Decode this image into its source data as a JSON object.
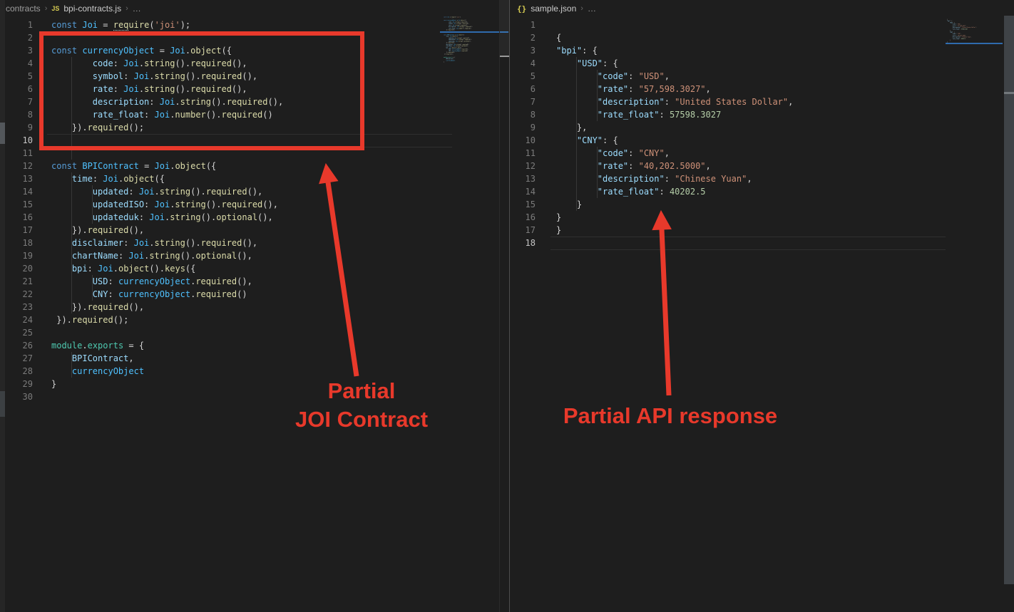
{
  "colors": {
    "keyword": "#569CD6",
    "const_variable": "#4FC1FF",
    "property": "#9CDCFE",
    "function": "#DCDCAA",
    "string": "#CE9178",
    "number": "#B5CEA8",
    "punctuation": "#D4D4D4",
    "module": "#4EC9B0",
    "annotation_red": "#E8392B",
    "minimap_current_line_blue": "#3379C7",
    "breadcrumb_icon_yellow": "#D7CC52"
  },
  "left_pane": {
    "breadcrumb": {
      "folder": "contracts",
      "separator": "›",
      "icon": "JS",
      "file": "bpi-contracts.js",
      "ellipsis": "…"
    },
    "current_line": 10,
    "lines": [
      {
        "tokens": [
          [
            "kw",
            "const "
          ],
          [
            "var",
            "Joi"
          ],
          [
            "pun",
            " = "
          ],
          [
            "fnh",
            "req"
          ],
          [
            "fn",
            "uire"
          ],
          [
            "pun",
            "("
          ],
          [
            "str",
            "'joi'"
          ],
          [
            "pun",
            ");"
          ]
        ]
      },
      {
        "tokens": []
      },
      {
        "tokens": [
          [
            "kw",
            "const "
          ],
          [
            "var",
            "currencyObject"
          ],
          [
            "pun",
            " = "
          ],
          [
            "var",
            "Joi"
          ],
          [
            "pun",
            "."
          ],
          [
            "fn",
            "object"
          ],
          [
            "pun",
            "({"
          ]
        ]
      },
      {
        "tokens": [
          [
            "pun",
            "        "
          ],
          [
            "prop",
            "code"
          ],
          [
            "pun",
            ": "
          ],
          [
            "var",
            "Joi"
          ],
          [
            "pun",
            "."
          ],
          [
            "fn",
            "string"
          ],
          [
            "pun",
            "()."
          ],
          [
            "fn",
            "required"
          ],
          [
            "pun",
            "(),"
          ]
        ]
      },
      {
        "tokens": [
          [
            "pun",
            "        "
          ],
          [
            "prop",
            "symbol"
          ],
          [
            "pun",
            ": "
          ],
          [
            "var",
            "Joi"
          ],
          [
            "pun",
            "."
          ],
          [
            "fn",
            "string"
          ],
          [
            "pun",
            "()."
          ],
          [
            "fn",
            "required"
          ],
          [
            "pun",
            "(),"
          ]
        ]
      },
      {
        "tokens": [
          [
            "pun",
            "        "
          ],
          [
            "prop",
            "rate"
          ],
          [
            "pun",
            ": "
          ],
          [
            "var",
            "Joi"
          ],
          [
            "pun",
            "."
          ],
          [
            "fn",
            "string"
          ],
          [
            "pun",
            "()."
          ],
          [
            "fn",
            "required"
          ],
          [
            "pun",
            "(),"
          ]
        ]
      },
      {
        "tokens": [
          [
            "pun",
            "        "
          ],
          [
            "prop",
            "description"
          ],
          [
            "pun",
            ": "
          ],
          [
            "var",
            "Joi"
          ],
          [
            "pun",
            "."
          ],
          [
            "fn",
            "string"
          ],
          [
            "pun",
            "()."
          ],
          [
            "fn",
            "required"
          ],
          [
            "pun",
            "(),"
          ]
        ]
      },
      {
        "tokens": [
          [
            "pun",
            "        "
          ],
          [
            "prop",
            "rate_float"
          ],
          [
            "pun",
            ": "
          ],
          [
            "var",
            "Joi"
          ],
          [
            "pun",
            "."
          ],
          [
            "fn",
            "number"
          ],
          [
            "pun",
            "()."
          ],
          [
            "fn",
            "required"
          ],
          [
            "pun",
            "()"
          ]
        ]
      },
      {
        "tokens": [
          [
            "pun",
            "    })."
          ],
          [
            "fn",
            "required"
          ],
          [
            "pun",
            "();"
          ]
        ]
      },
      {
        "tokens": []
      },
      {
        "tokens": []
      },
      {
        "tokens": [
          [
            "kw",
            "const "
          ],
          [
            "var",
            "BPIContract"
          ],
          [
            "pun",
            " = "
          ],
          [
            "var",
            "Joi"
          ],
          [
            "pun",
            "."
          ],
          [
            "fn",
            "object"
          ],
          [
            "pun",
            "({"
          ]
        ]
      },
      {
        "tokens": [
          [
            "pun",
            "    "
          ],
          [
            "prop",
            "time"
          ],
          [
            "pun",
            ": "
          ],
          [
            "var",
            "Joi"
          ],
          [
            "pun",
            "."
          ],
          [
            "fn",
            "object"
          ],
          [
            "pun",
            "({"
          ]
        ]
      },
      {
        "tokens": [
          [
            "pun",
            "        "
          ],
          [
            "prop",
            "updated"
          ],
          [
            "pun",
            ": "
          ],
          [
            "var",
            "Joi"
          ],
          [
            "pun",
            "."
          ],
          [
            "fn",
            "string"
          ],
          [
            "pun",
            "()."
          ],
          [
            "fn",
            "required"
          ],
          [
            "pun",
            "(),"
          ]
        ]
      },
      {
        "tokens": [
          [
            "pun",
            "        "
          ],
          [
            "prop",
            "updatedISO"
          ],
          [
            "pun",
            ": "
          ],
          [
            "var",
            "Joi"
          ],
          [
            "pun",
            "."
          ],
          [
            "fn",
            "string"
          ],
          [
            "pun",
            "()."
          ],
          [
            "fn",
            "required"
          ],
          [
            "pun",
            "(),"
          ]
        ]
      },
      {
        "tokens": [
          [
            "pun",
            "        "
          ],
          [
            "prop",
            "updateduk"
          ],
          [
            "pun",
            ": "
          ],
          [
            "var",
            "Joi"
          ],
          [
            "pun",
            "."
          ],
          [
            "fn",
            "string"
          ],
          [
            "pun",
            "()."
          ],
          [
            "fn",
            "optional"
          ],
          [
            "pun",
            "(),"
          ]
        ]
      },
      {
        "tokens": [
          [
            "pun",
            "    })."
          ],
          [
            "fn",
            "required"
          ],
          [
            "pun",
            "(),"
          ]
        ]
      },
      {
        "tokens": [
          [
            "pun",
            "    "
          ],
          [
            "prop",
            "disclaimer"
          ],
          [
            "pun",
            ": "
          ],
          [
            "var",
            "Joi"
          ],
          [
            "pun",
            "."
          ],
          [
            "fn",
            "string"
          ],
          [
            "pun",
            "()."
          ],
          [
            "fn",
            "required"
          ],
          [
            "pun",
            "(),"
          ]
        ]
      },
      {
        "tokens": [
          [
            "pun",
            "    "
          ],
          [
            "prop",
            "chartName"
          ],
          [
            "pun",
            ": "
          ],
          [
            "var",
            "Joi"
          ],
          [
            "pun",
            "."
          ],
          [
            "fn",
            "string"
          ],
          [
            "pun",
            "()."
          ],
          [
            "fn",
            "optional"
          ],
          [
            "pun",
            "(),"
          ]
        ]
      },
      {
        "tokens": [
          [
            "pun",
            "    "
          ],
          [
            "prop",
            "bpi"
          ],
          [
            "pun",
            ": "
          ],
          [
            "var",
            "Joi"
          ],
          [
            "pun",
            "."
          ],
          [
            "fn",
            "object"
          ],
          [
            "pun",
            "()."
          ],
          [
            "fn",
            "keys"
          ],
          [
            "pun",
            "({"
          ]
        ]
      },
      {
        "tokens": [
          [
            "pun",
            "        "
          ],
          [
            "prop",
            "USD"
          ],
          [
            "pun",
            ": "
          ],
          [
            "var",
            "currencyObject"
          ],
          [
            "pun",
            "."
          ],
          [
            "fn",
            "required"
          ],
          [
            "pun",
            "(),"
          ]
        ]
      },
      {
        "tokens": [
          [
            "pun",
            "        "
          ],
          [
            "prop",
            "CNY"
          ],
          [
            "pun",
            ": "
          ],
          [
            "var",
            "currencyObject"
          ],
          [
            "pun",
            "."
          ],
          [
            "fn",
            "required"
          ],
          [
            "pun",
            "()"
          ]
        ]
      },
      {
        "tokens": [
          [
            "pun",
            "    })."
          ],
          [
            "fn",
            "required"
          ],
          [
            "pun",
            "(),"
          ]
        ]
      },
      {
        "tokens": [
          [
            "pun",
            " })."
          ],
          [
            "fn",
            "required"
          ],
          [
            "pun",
            "();"
          ]
        ]
      },
      {
        "tokens": []
      },
      {
        "tokens": [
          [
            "mod",
            "module"
          ],
          [
            "pun",
            "."
          ],
          [
            "mod",
            "exports"
          ],
          [
            "pun",
            " = {"
          ]
        ]
      },
      {
        "tokens": [
          [
            "pun",
            "    "
          ],
          [
            "prop",
            "BPIContract"
          ],
          [
            "pun",
            ","
          ]
        ]
      },
      {
        "tokens": [
          [
            "pun",
            "    "
          ],
          [
            "var",
            "currencyObject"
          ]
        ]
      },
      {
        "tokens": [
          [
            "pun",
            "}"
          ]
        ]
      },
      {
        "tokens": []
      }
    ]
  },
  "right_pane": {
    "breadcrumb": {
      "icon": "{}",
      "separator": "›",
      "file": "sample.json",
      "ellipsis": "…"
    },
    "current_line": 18,
    "lines": [
      {
        "tokens": []
      },
      {
        "tokens": [
          [
            "pun",
            "{"
          ]
        ]
      },
      {
        "tokens": [
          [
            "prop",
            "\"bpi\""
          ],
          [
            "pun",
            ": {"
          ]
        ]
      },
      {
        "tokens": [
          [
            "pun",
            "    "
          ],
          [
            "prop",
            "\"USD\""
          ],
          [
            "pun",
            ": {"
          ]
        ]
      },
      {
        "tokens": [
          [
            "pun",
            "        "
          ],
          [
            "prop",
            "\"code\""
          ],
          [
            "pun",
            ": "
          ],
          [
            "str",
            "\"USD\""
          ],
          [
            "pun",
            ","
          ]
        ]
      },
      {
        "tokens": [
          [
            "pun",
            "        "
          ],
          [
            "prop",
            "\"rate\""
          ],
          [
            "pun",
            ": "
          ],
          [
            "str",
            "\"57,598.3027\""
          ],
          [
            "pun",
            ","
          ]
        ]
      },
      {
        "tokens": [
          [
            "pun",
            "        "
          ],
          [
            "prop",
            "\"description\""
          ],
          [
            "pun",
            ": "
          ],
          [
            "str",
            "\"United States Dollar\""
          ],
          [
            "pun",
            ","
          ]
        ]
      },
      {
        "tokens": [
          [
            "pun",
            "        "
          ],
          [
            "prop",
            "\"rate_float\""
          ],
          [
            "pun",
            ": "
          ],
          [
            "num",
            "57598.3027"
          ]
        ]
      },
      {
        "tokens": [
          [
            "pun",
            "    },"
          ]
        ]
      },
      {
        "tokens": [
          [
            "pun",
            "    "
          ],
          [
            "prop",
            "\"CNY\""
          ],
          [
            "pun",
            ": {"
          ]
        ]
      },
      {
        "tokens": [
          [
            "pun",
            "        "
          ],
          [
            "prop",
            "\"code\""
          ],
          [
            "pun",
            ": "
          ],
          [
            "str",
            "\"CNY\""
          ],
          [
            "pun",
            ","
          ]
        ]
      },
      {
        "tokens": [
          [
            "pun",
            "        "
          ],
          [
            "prop",
            "\"rate\""
          ],
          [
            "pun",
            ": "
          ],
          [
            "str",
            "\"40,202.5000\""
          ],
          [
            "pun",
            ","
          ]
        ]
      },
      {
        "tokens": [
          [
            "pun",
            "        "
          ],
          [
            "prop",
            "\"description\""
          ],
          [
            "pun",
            ": "
          ],
          [
            "str",
            "\"Chinese Yuan\""
          ],
          [
            "pun",
            ","
          ]
        ]
      },
      {
        "tokens": [
          [
            "pun",
            "        "
          ],
          [
            "prop",
            "\"rate_float\""
          ],
          [
            "pun",
            ": "
          ],
          [
            "num",
            "40202.5"
          ]
        ]
      },
      {
        "tokens": [
          [
            "pun",
            "    }"
          ]
        ]
      },
      {
        "tokens": [
          [
            "pun",
            "}"
          ]
        ]
      },
      {
        "tokens": [
          [
            "pun",
            "}"
          ]
        ]
      },
      {
        "tokens": []
      }
    ]
  },
  "annotations": {
    "left_label_line1": "Partial",
    "left_label_line2": "JOI Contract",
    "right_label": "Partial API response"
  }
}
